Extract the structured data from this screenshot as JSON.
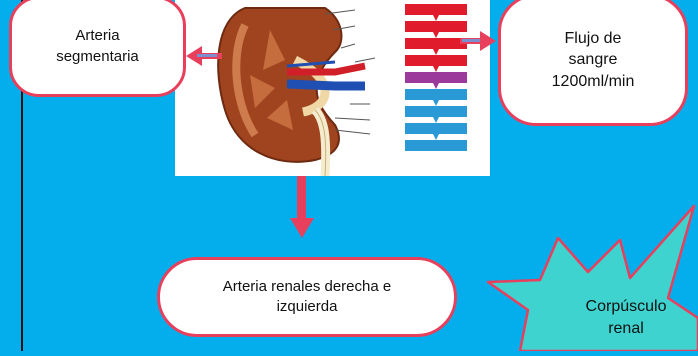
{
  "boxes": {
    "segmentaria": "Arteria\nsegmentaria",
    "flujo": "Flujo de\nsangre\n1200ml/min",
    "renales": "Arteria renales derecha e\nizquierda",
    "corpusculo": "Corpúsculo\nrenal"
  },
  "colors": {
    "background": "#04aeec",
    "bubble_border": "#e8405c",
    "arrow": "#e8405c",
    "star_fill": "#3fd3d0",
    "star_border": "#e8405c",
    "flow_red": "#e01b2c",
    "flow_purple": "#9b3a9b",
    "flow_blue": "#2a9ad6"
  },
  "image": {
    "subject": "kidney-cross-section",
    "flow_blocks": [
      "red",
      "red",
      "red",
      "red",
      "purple",
      "blue",
      "blue",
      "blue",
      "blue"
    ]
  }
}
